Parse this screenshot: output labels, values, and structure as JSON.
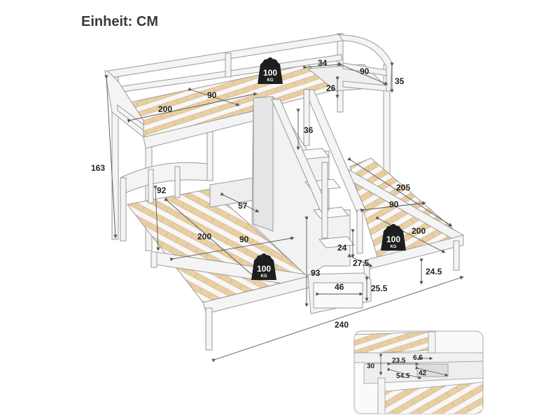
{
  "unit_label": "Einheit: CM",
  "weight_badge": {
    "value": "100",
    "unit": "KG",
    "icon": "weight-icon"
  },
  "dimensions": {
    "total_height": "163",
    "total_length": "240",
    "top_length": "200",
    "top_width": "90",
    "platform_length": "34",
    "platform_width": "90",
    "platform_rail_height": "35",
    "guardrail_height": "26",
    "stair_step_height": "36",
    "lower_left_headboard_height": "92",
    "lower_left_length": "200",
    "lower_left_width": "90",
    "lower_left_gap": "57",
    "lower_right_length": "205",
    "lower_right_inner_length": "200",
    "lower_right_width": "90",
    "lower_right_clearance": "24.5",
    "stair_height": "93",
    "stair_width": "46",
    "stair_depth": "27.5",
    "stair_bottom_step": "24",
    "stair_base_height": "25.5"
  },
  "detail_inset": {
    "d1": "30",
    "d2": "23.5",
    "d3": "6.5",
    "d4": "54.5",
    "d5": "42"
  },
  "colors": {
    "frame": "#f4f4f4",
    "frame_stroke": "#9a9a9a",
    "slat": "#e9cfa3",
    "slat_stroke": "#c9a878",
    "badge": "#1e1e1e",
    "dimension_line": "#555555"
  }
}
